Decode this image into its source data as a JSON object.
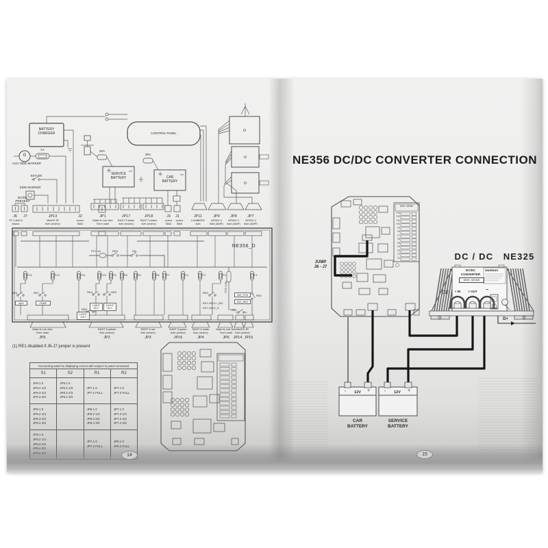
{
  "pages": {
    "left_number": "14",
    "right_number": "15"
  },
  "left": {
    "note": "(1) RE1 disabled if J6-J7 jumper is present",
    "components": {
      "battery_charger": "BATTERY\nCHARGER",
      "control_panel": "CONTROL PANEL",
      "service_battery": "SERVICE\nBATTERY",
      "car_battery": "CAR\nBATTERY",
      "generator": "G",
      "fuse_1a": "1A",
      "fuse_30a_service": "30A",
      "fuse_30a_car": "30A",
      "side_marker_12v": "+12V SIDE MARKER",
      "key_on": "KEY-ON",
      "side_marker": "SIDE MARKER",
      "dcdc_present": "DC/DC\nPRESENT"
    },
    "top_connectors": [
      {
        "name": "J6",
        "sub": "FF 4.8x0.8\nfaston"
      },
      {
        "name": "J7",
        "sub": ""
      },
      {
        "name": "JP13",
        "sub": "MiniFit JR\n8vie (molex)"
      },
      {
        "name": "J2",
        "sub": "screw\n5MA"
      },
      {
        "name": "JP1",
        "sub": "Mate-N-Lok 9vie\nTerm male"
      },
      {
        "name": "JP17",
        "sub": "RAST 5 black\n4vie (molex)"
      },
      {
        "name": "JP18",
        "sub": "RAST 5 black\n4vie (molex)"
      },
      {
        "name": "J3",
        "sub": "screw\n5MA"
      },
      {
        "name": "J1",
        "sub": "screw\n5MA"
      },
      {
        "name": "JP11",
        "sub": "LUMBERG\n4vie"
      },
      {
        "name": "JP9",
        "sub": "MODU II\n8vie (AMP)"
      },
      {
        "name": "JP8",
        "sub": "MODU II\n8vie (AMP)"
      },
      {
        "name": "JP7",
        "sub": "MODU II\n8vie (AMP)"
      }
    ],
    "bottom_connectors": [
      {
        "name": "JP5",
        "sub": "Mate-N-Lok 9vie\nTerm male"
      },
      {
        "name": "JP2",
        "sub": "RAST 5 yellow\n9vie (molex)"
      },
      {
        "name": "JP3",
        "sub": "RAST 5 red\n9vie (molex)"
      },
      {
        "name": "JP16",
        "sub": "RAST 5 green\n6vie (molex)"
      },
      {
        "name": "JP4",
        "sub": "RAST 5 white\n6vie (molex)"
      },
      {
        "name": "JP6",
        "sub": "Mate-N-Lok 3vie\nTerm male"
      },
      {
        "name": "JP14",
        "sub": "MiniFit JR\n2vie (molex)"
      },
      {
        "name": "JP15",
        "sub": ""
      }
    ],
    "board": {
      "name": "NE356_D",
      "ptc_top": "PTC 1A",
      "re9": "RE9",
      "h24": "24h",
      "ptc_right": "PTC 0.5A",
      "fuses": [
        "F12",
        "F13",
        "F11",
        "F10",
        "F9",
        "F8",
        "F5",
        "F6",
        "F7",
        "F4",
        "F3",
        "F2",
        "F1"
      ],
      "relays": {
        "re6": "RE6",
        "re7": "RE7",
        "re4": "RE4",
        "re5": "RE5",
        "re8": "RE8",
        "re3": "RE3",
        "re2": "RE2",
        "re1": "RE1"
      },
      "tags": {
        "aux": "AUX",
        "pump": "PUMP",
        "light_in2": "LIGHT\nIN 2",
        "light_in1": "LIGHT\nIN 1",
        "light_out": "LIGHT\nOUT",
        "sw_pos": "SW_POS",
        "sw_neg": "SW_NEG",
        "keyon_mc": "KEY-ON K+_MC",
        "keyon_s": "KEY-ON K_S"
      }
    },
    "table": {
      "title": "Connecting tanks for displaying correct with respect to panel connected",
      "headers": [
        "S1",
        "S2",
        "R1",
        "R2"
      ],
      "rows": [
        [
          "JP9.1   0\nJP9.2   1/3\nJP9.3   2/3\nJP9.4   3/3",
          "JP8.1   0\nJP8.2   1/3\nJP8.3   2/3\nJP8.4   3/3",
          "JP7.1   0\nJP7.2   FULL",
          "JP7.1   0\nJP7.3   FULL"
        ],
        [
          "JP9.1   0\nJP9.2   1/3\nJP9.3   2/3\nJP9.4   3/3",
          "",
          "JP8.1   0\nJP8.2   1/3\nJP8.3   2/3\nJP8.4   3/3",
          "JP7.1   0\nJP7.2   1/3\nJP7.3   2/3\nJP7.4   3/3"
        ],
        [
          "JP9.1   0\nJP9.2   1/4\nJP9.3   2/4\nJP9.4   3/4\nJP9.5   4/4",
          "",
          "JP7.1   0\nJP7.2   FULL",
          "JP8.1   0\nJP8.2   FULL"
        ]
      ]
    }
  },
  "right": {
    "title": "NE356 DC/DC CONVERTER CONNECTION",
    "jump_label": "JUMP\nJ6 - J7",
    "converter_heading": "DC / DC   NE325",
    "converter": {
      "line1": "DC/DC",
      "line2": "CONVERTER",
      "model": "MOD. NE325",
      "warning": "WARNING",
      "t_in": "+ IN",
      "t_out": "+ OUT",
      "t_minus": "−",
      "ce": "CE",
      "dplus": "D+"
    },
    "board": {
      "model": "MOD. NE356",
      "fuses": [
        "F13",
        "F12",
        "F11",
        "F10",
        "F9",
        "F8",
        "F7",
        "F6",
        "F5",
        "F4",
        "F3",
        "F2",
        "F1"
      ]
    },
    "car_battery": {
      "label": "CAR\nBATTERY",
      "voltage": "12V",
      "minus": "-",
      "plus": "+"
    },
    "service_battery": {
      "label": "SERVICE\nBATTERY",
      "voltage": "12V",
      "minus": "-",
      "plus": "+"
    }
  }
}
